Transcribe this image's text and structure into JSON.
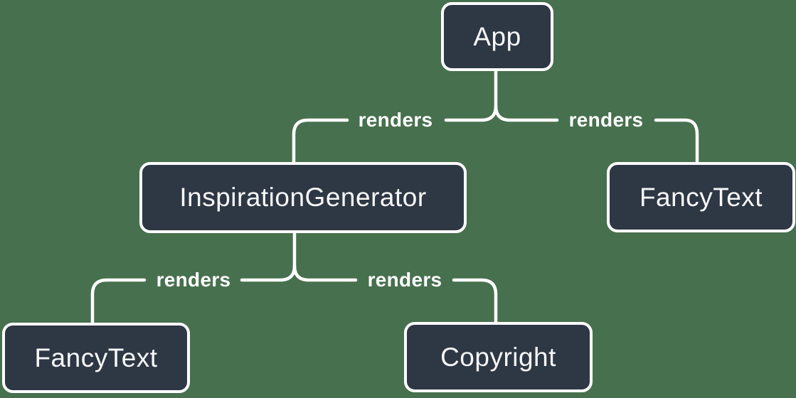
{
  "theme": {
    "canvas-bg": "#47704e",
    "line-color": "#ffffff",
    "node-fill": "#2e3744",
    "node-border": "#ffffff",
    "node-text": "#f6f7f9"
  },
  "diagram": {
    "type": "component-render-tree",
    "nodes": [
      {
        "id": "app",
        "label": "App"
      },
      {
        "id": "inspiration-generator",
        "label": "InspirationGenerator"
      },
      {
        "id": "fancy-text-top-right",
        "label": "FancyText"
      },
      {
        "id": "fancy-text-bottom-left",
        "label": "FancyText"
      },
      {
        "id": "copyright",
        "label": "Copyright"
      }
    ],
    "edges": [
      {
        "from": "app",
        "to": "inspiration-generator",
        "label": "renders"
      },
      {
        "from": "app",
        "to": "fancy-text-top-right",
        "label": "renders"
      },
      {
        "from": "inspiration-generator",
        "to": "fancy-text-bottom-left",
        "label": "renders"
      },
      {
        "from": "inspiration-generator",
        "to": "copyright",
        "label": "renders"
      }
    ]
  }
}
